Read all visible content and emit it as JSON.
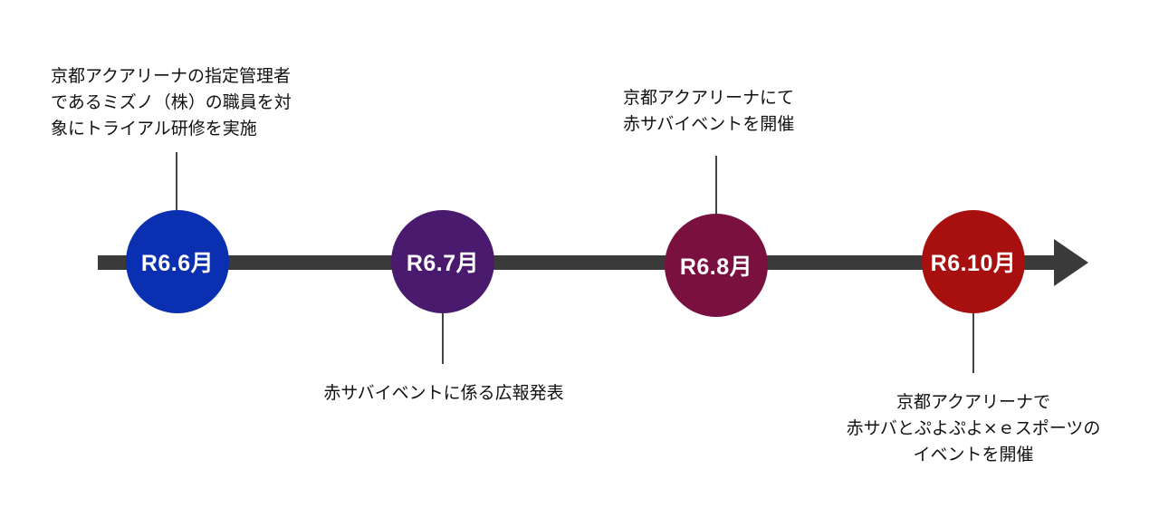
{
  "colors": {
    "timeline": "#3a3a3a",
    "june": "#0a2fb0",
    "july": "#4a1a6e",
    "august": "#7a1040",
    "october": "#a81010"
  },
  "milestones": [
    {
      "label": "R6.6月",
      "description": [
        "京都アクアリーナの指定管理者",
        "であるミズノ（株）の職員を対",
        "象にトライアル研修を実施"
      ]
    },
    {
      "label": "R6.7月",
      "description": [
        "赤サバイベントに係る広報発表"
      ]
    },
    {
      "label": "R6.8月",
      "description": [
        "京都アクアリーナにて",
        "赤サバイベントを開催"
      ]
    },
    {
      "label": "R6.10月",
      "description": [
        "京都アクアリーナで",
        "赤サバとぷよぷよ×ｅスポーツの",
        "イベントを開催"
      ]
    }
  ]
}
